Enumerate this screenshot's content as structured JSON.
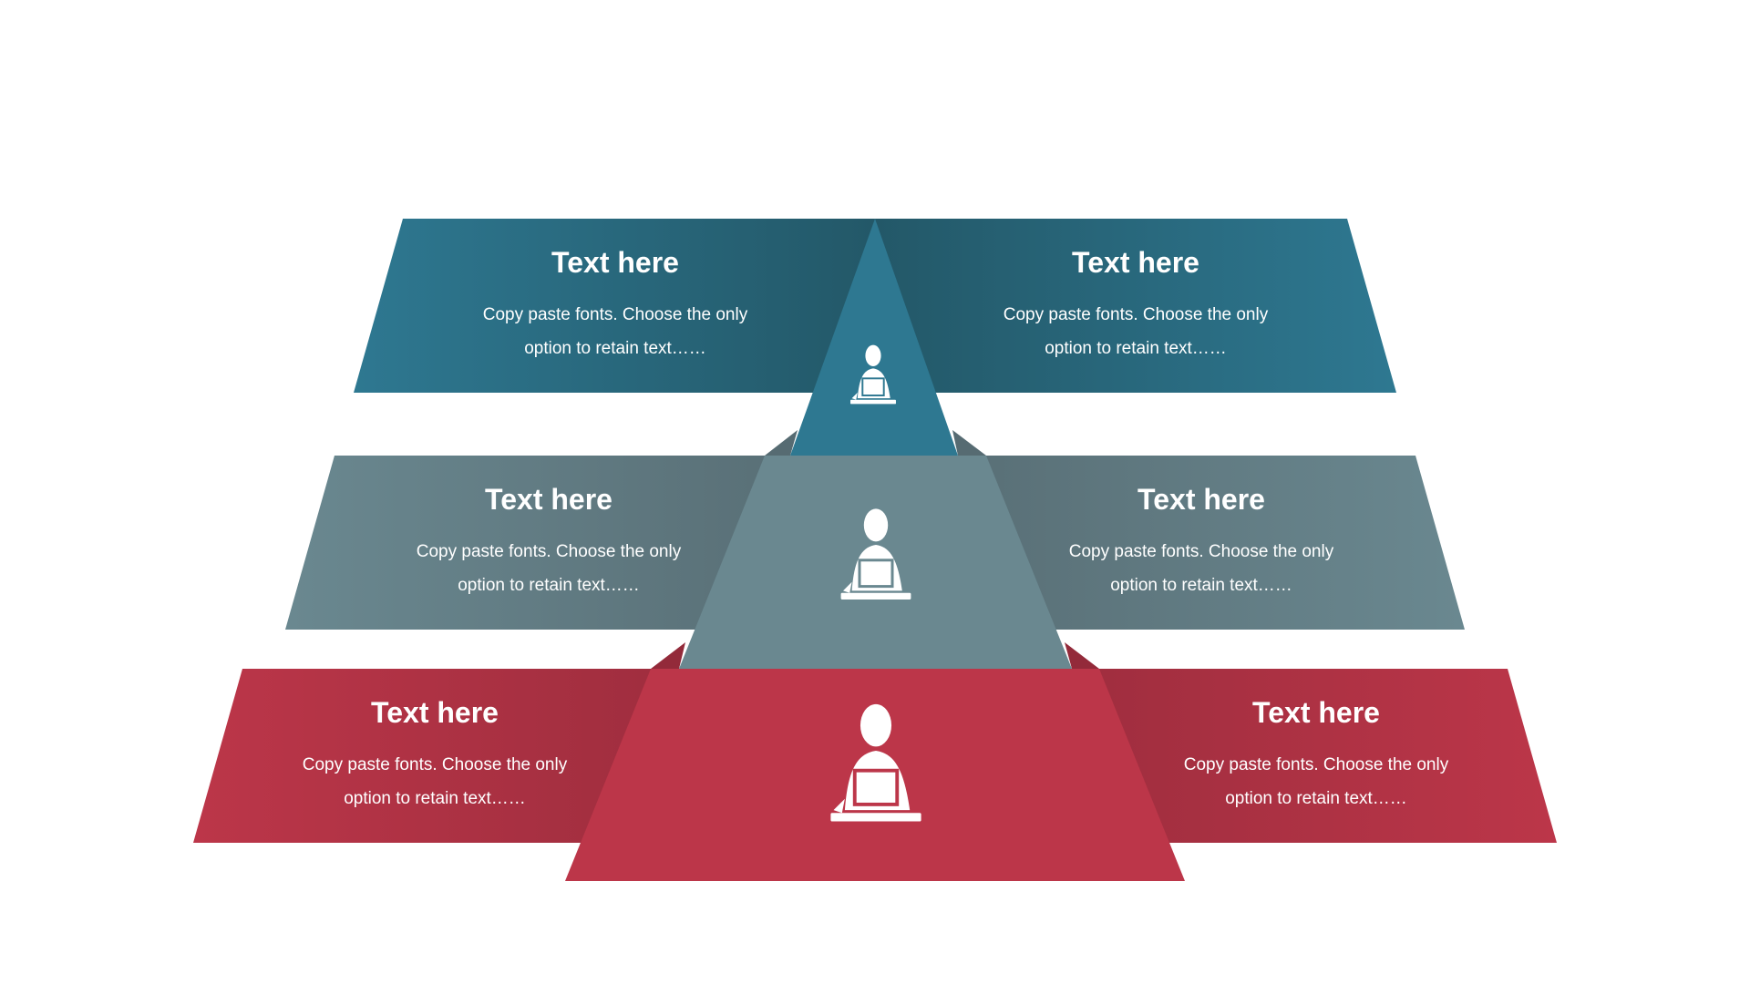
{
  "colors": {
    "teal": "#2e7891",
    "teal_dark": "#235868",
    "gray": "#6a8890",
    "gray_dark": "#566b72",
    "red": "#bc3649",
    "red_dark": "#932a3a"
  },
  "levels": [
    {
      "icon": "person-laptop-icon",
      "left": {
        "title": "Text here",
        "line1": "Copy paste fonts. Choose the only",
        "line2": "option to retain text……"
      },
      "right": {
        "title": "Text here",
        "line1": "Copy paste fonts. Choose the only",
        "line2": "option to retain text……"
      }
    },
    {
      "icon": "person-laptop-icon",
      "left": {
        "title": "Text here",
        "line1": "Copy paste fonts. Choose the only",
        "line2": "option to retain text……"
      },
      "right": {
        "title": "Text here",
        "line1": "Copy paste fonts. Choose the only",
        "line2": "option to retain text……"
      }
    },
    {
      "icon": "person-laptop-icon",
      "left": {
        "title": "Text here",
        "line1": "Copy paste fonts. Choose the only",
        "line2": "option to retain text……"
      },
      "right": {
        "title": "Text here",
        "line1": "Copy paste fonts. Choose the only",
        "line2": "option to retain text……"
      }
    }
  ]
}
